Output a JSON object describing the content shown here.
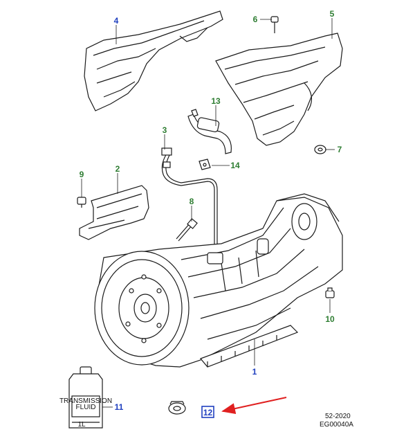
{
  "colors": {
    "line": "#1a1a1a",
    "part_fill": "#ffffff",
    "shade": "#d8d8d8",
    "blue_callout": "#1f3fbf",
    "green_callout": "#2e7d32",
    "highlight_arrow": "#e02020"
  },
  "callouts": [
    {
      "id": "1",
      "label": "1",
      "color": "blue"
    },
    {
      "id": "2",
      "label": "2",
      "color": "green"
    },
    {
      "id": "3",
      "label": "3",
      "color": "green"
    },
    {
      "id": "4",
      "label": "4",
      "color": "blue"
    },
    {
      "id": "5",
      "label": "5",
      "color": "green"
    },
    {
      "id": "6",
      "label": "6",
      "color": "green"
    },
    {
      "id": "7",
      "label": "7",
      "color": "green"
    },
    {
      "id": "8",
      "label": "8",
      "color": "green"
    },
    {
      "id": "9",
      "label": "9",
      "color": "green"
    },
    {
      "id": "10",
      "label": "10",
      "color": "green"
    },
    {
      "id": "11",
      "label": "11",
      "color": "blue"
    },
    {
      "id": "12",
      "label": "12",
      "color": "blue",
      "highlighted": true
    },
    {
      "id": "13",
      "label": "13",
      "color": "green"
    },
    {
      "id": "14",
      "label": "14",
      "color": "green"
    }
  ],
  "fluid_bottle": {
    "line1": "TRANSMISSION",
    "line2": "FLUID",
    "volume": "1L"
  },
  "footer": {
    "date_code": "52-2020",
    "drawing_ref": "EG00040A"
  }
}
